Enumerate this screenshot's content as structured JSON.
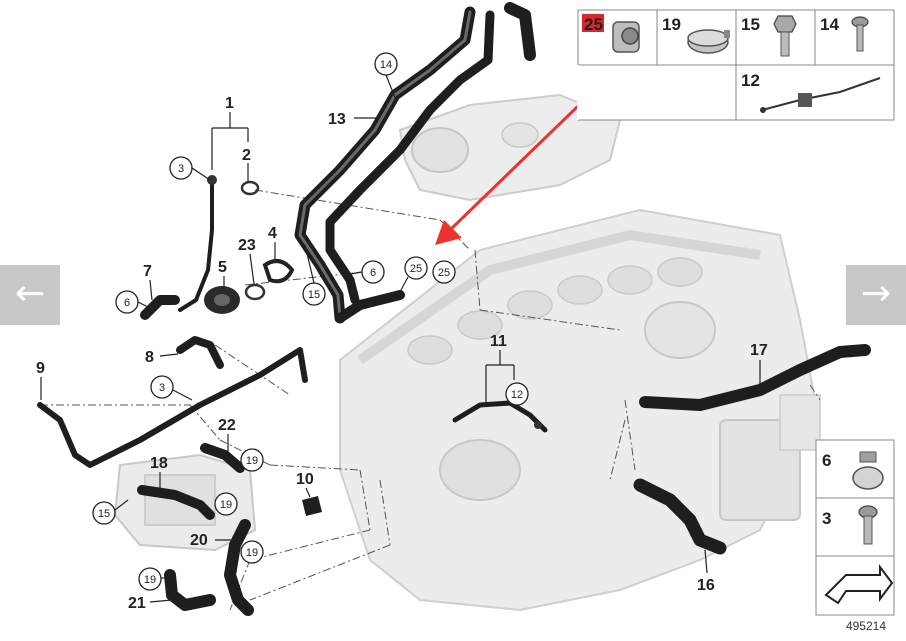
{
  "navigation": {
    "prev_icon": "←",
    "next_icon": "→"
  },
  "reference_number": "495214",
  "colors": {
    "highlight": "#d9262f",
    "arrow": "#e8342c",
    "nav_button": "#c8c8c8"
  },
  "callouts": {
    "c1": "1",
    "c2": "2",
    "c3a": "3",
    "c3b": "3",
    "c4": "4",
    "c5": "5",
    "c6a": "6",
    "c6b": "6",
    "c7": "7",
    "c8": "8",
    "c9": "9",
    "c10": "10",
    "c11": "11",
    "c12": "12",
    "c13": "13",
    "c14": "14",
    "c15a": "15",
    "c15b": "15",
    "c16": "16",
    "c17": "17",
    "c18": "18",
    "c19a": "19",
    "c19b": "19",
    "c19c": "19",
    "c19d": "19",
    "c20": "20",
    "c21": "21",
    "c22": "22",
    "c23": "23",
    "c25a": "25",
    "c25b": "25"
  },
  "legend_top": {
    "i25": "25",
    "i19": "19",
    "i15": "15",
    "i14": "14",
    "i12": "12"
  },
  "legend_side": {
    "i6": "6",
    "i3": "3"
  }
}
